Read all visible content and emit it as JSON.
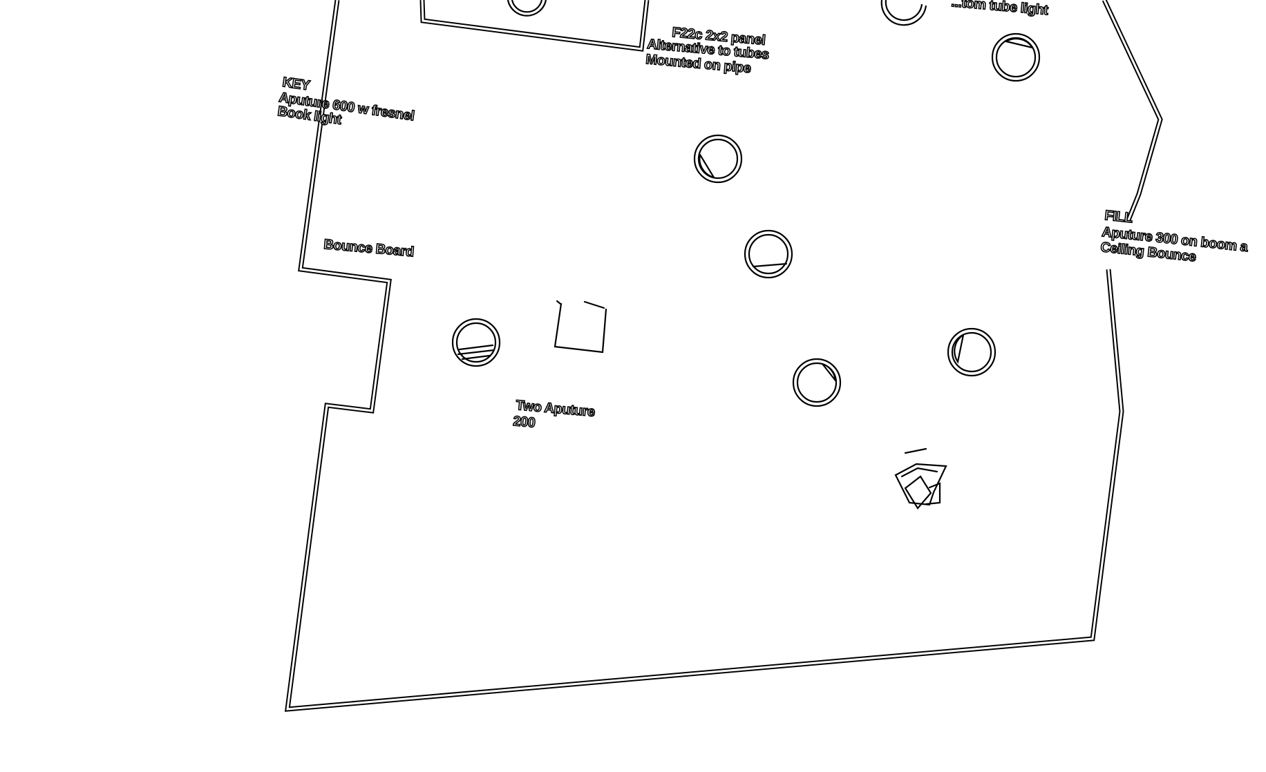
{
  "labels": {
    "key_title": "KEY",
    "key_line1": "Aputure 600 w fresnel",
    "key_line2": "Book light",
    "bounce_board": "Bounce Board",
    "two_aputure_line1": "Two Aputure",
    "two_aputure_line2": "200",
    "panel_line1": "F22c 2x2 panel",
    "panel_line2": "Alternative to tubes",
    "panel_line3": "Mounted on pipe",
    "top_right_fragment": "...tom tube light",
    "fill_title": "FILL",
    "fill_line1": "Aputure 300 on boom a",
    "fill_line2": "Ceiling Bounce"
  },
  "icons": [
    "light-fixture-icon",
    "camera-icon",
    "stand-icon"
  ]
}
